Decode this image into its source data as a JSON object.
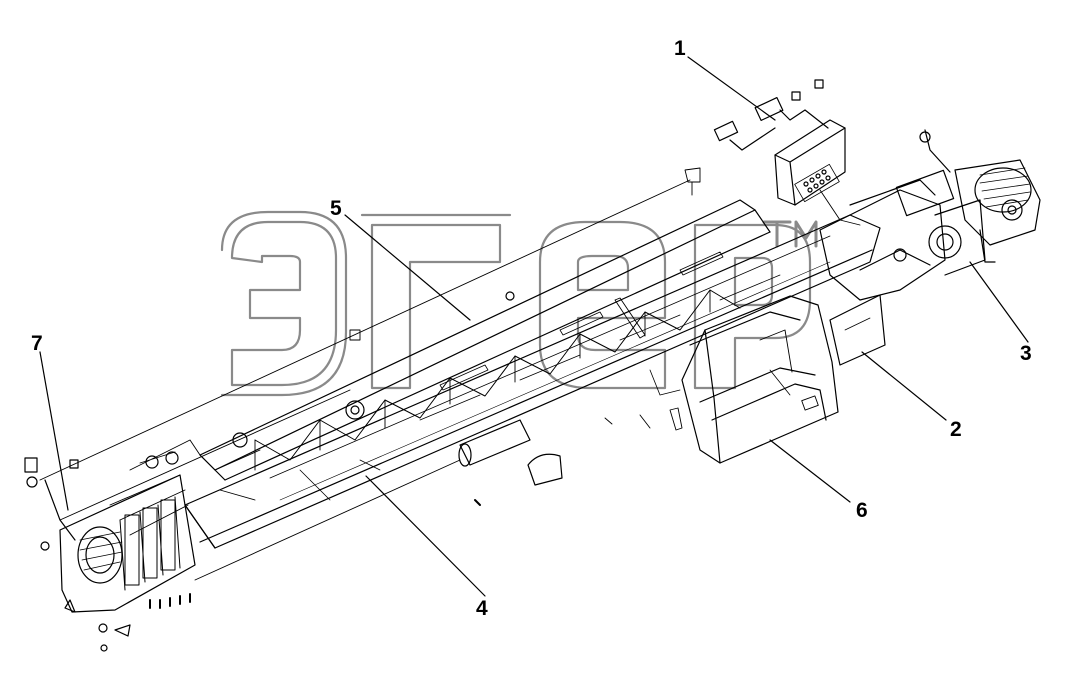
{
  "diagram": {
    "callouts": [
      {
        "id": "1",
        "label": "1"
      },
      {
        "id": "2",
        "label": "2"
      },
      {
        "id": "3",
        "label": "3"
      },
      {
        "id": "4",
        "label": "4"
      },
      {
        "id": "5",
        "label": "5"
      },
      {
        "id": "6",
        "label": "6"
      },
      {
        "id": "7",
        "label": "7"
      }
    ],
    "watermark": {
      "letters": "эгер",
      "mark": "TM"
    },
    "colors": {
      "line": "#000000",
      "watermark": "#8a8a8a",
      "background": "#ffffff"
    }
  }
}
